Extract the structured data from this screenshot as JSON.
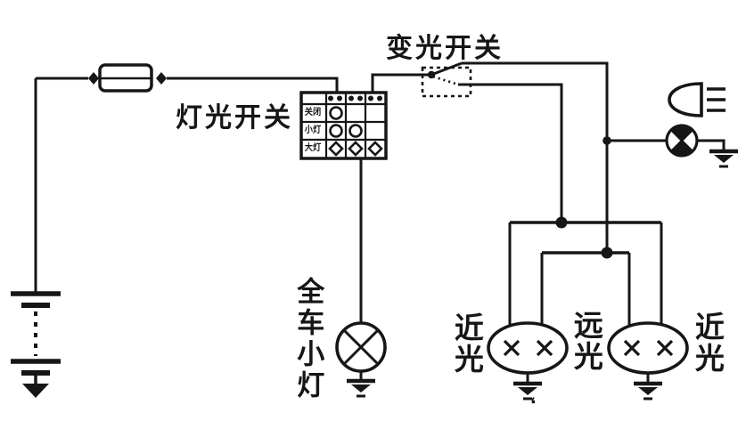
{
  "page": {
    "background": "#ffffff",
    "ink_color": "#161616"
  },
  "labels": {
    "dimmer_switch": "变光开关",
    "light_switch": "灯光开关",
    "all_small_lamps": "全车小灯",
    "low_beam_left": "近光",
    "high_beam_center": "远光",
    "low_beam_right": "近光",
    "stray_mark": "‘"
  },
  "light_switch_box": {
    "rows": [
      {
        "label": "关闭",
        "contact_circles": 1
      },
      {
        "label": "小灯",
        "contact_circles": 2
      },
      {
        "label": "大灯",
        "contact_circles": 3
      }
    ],
    "header_terminals": 6
  },
  "components": {
    "icons": [
      "battery-icon",
      "ground-icon",
      "fuse-icon",
      "wire-connector-diamond-icon",
      "light-switch-grid-icon",
      "dimmer-switch-icon",
      "small-lamp-icon",
      "dual-filament-headlamp-icon",
      "high-beam-indicator-lamp-icon",
      "high-beam-symbol-icon"
    ]
  }
}
